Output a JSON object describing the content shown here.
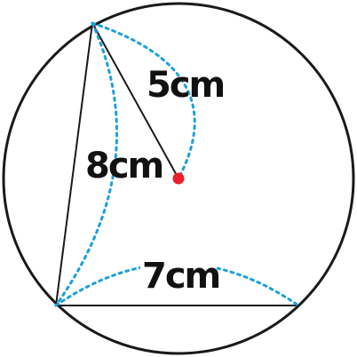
{
  "labels": {
    "radius": "5cm",
    "side_left": "8cm",
    "side_bottom": "7cm"
  },
  "colors": {
    "circle": "#1a1a1a",
    "lines": "#1a1a1a",
    "dotted_arcs": "#1aa0dc",
    "center_dot": "#e8202a",
    "text": "#111111"
  }
}
